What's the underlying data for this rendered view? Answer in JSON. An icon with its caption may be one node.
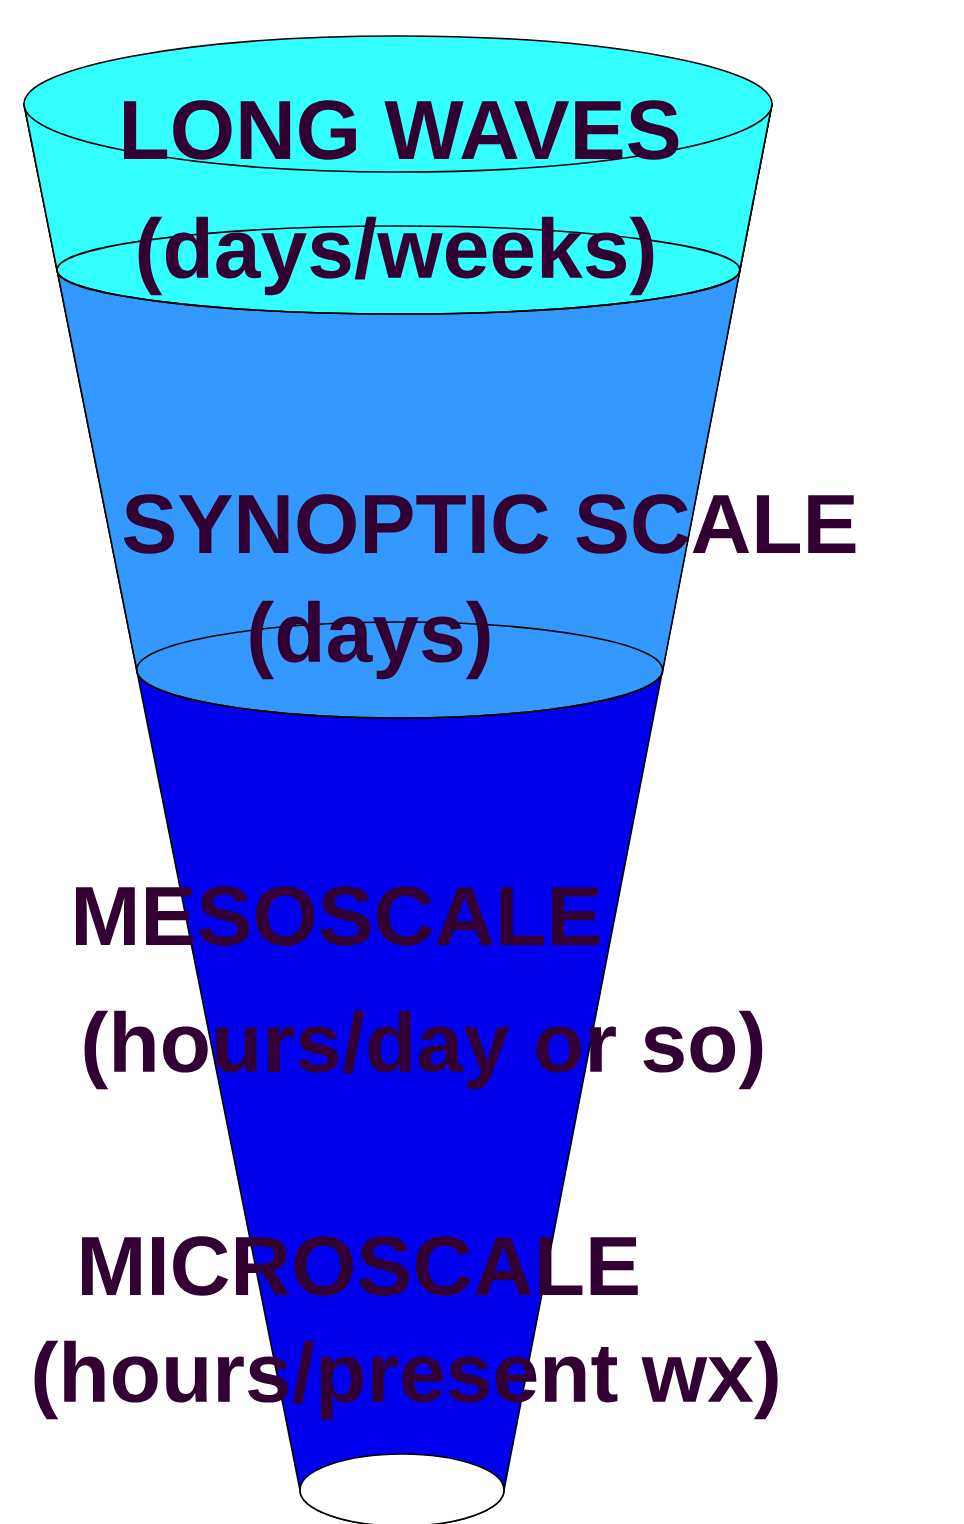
{
  "diagram": {
    "nodes": [
      {
        "text": [
          "LONG WAVES",
          "(days/weeks)"
        ]
      },
      {
        "text": [
          "SYNOPTIC SCALE",
          "(days)"
        ]
      },
      {
        "text": [
          "MESOSCALE",
          "(hours/day or so)",
          "MICROSCALE",
          "(hours/present wx)"
        ]
      }
    ]
  }
}
